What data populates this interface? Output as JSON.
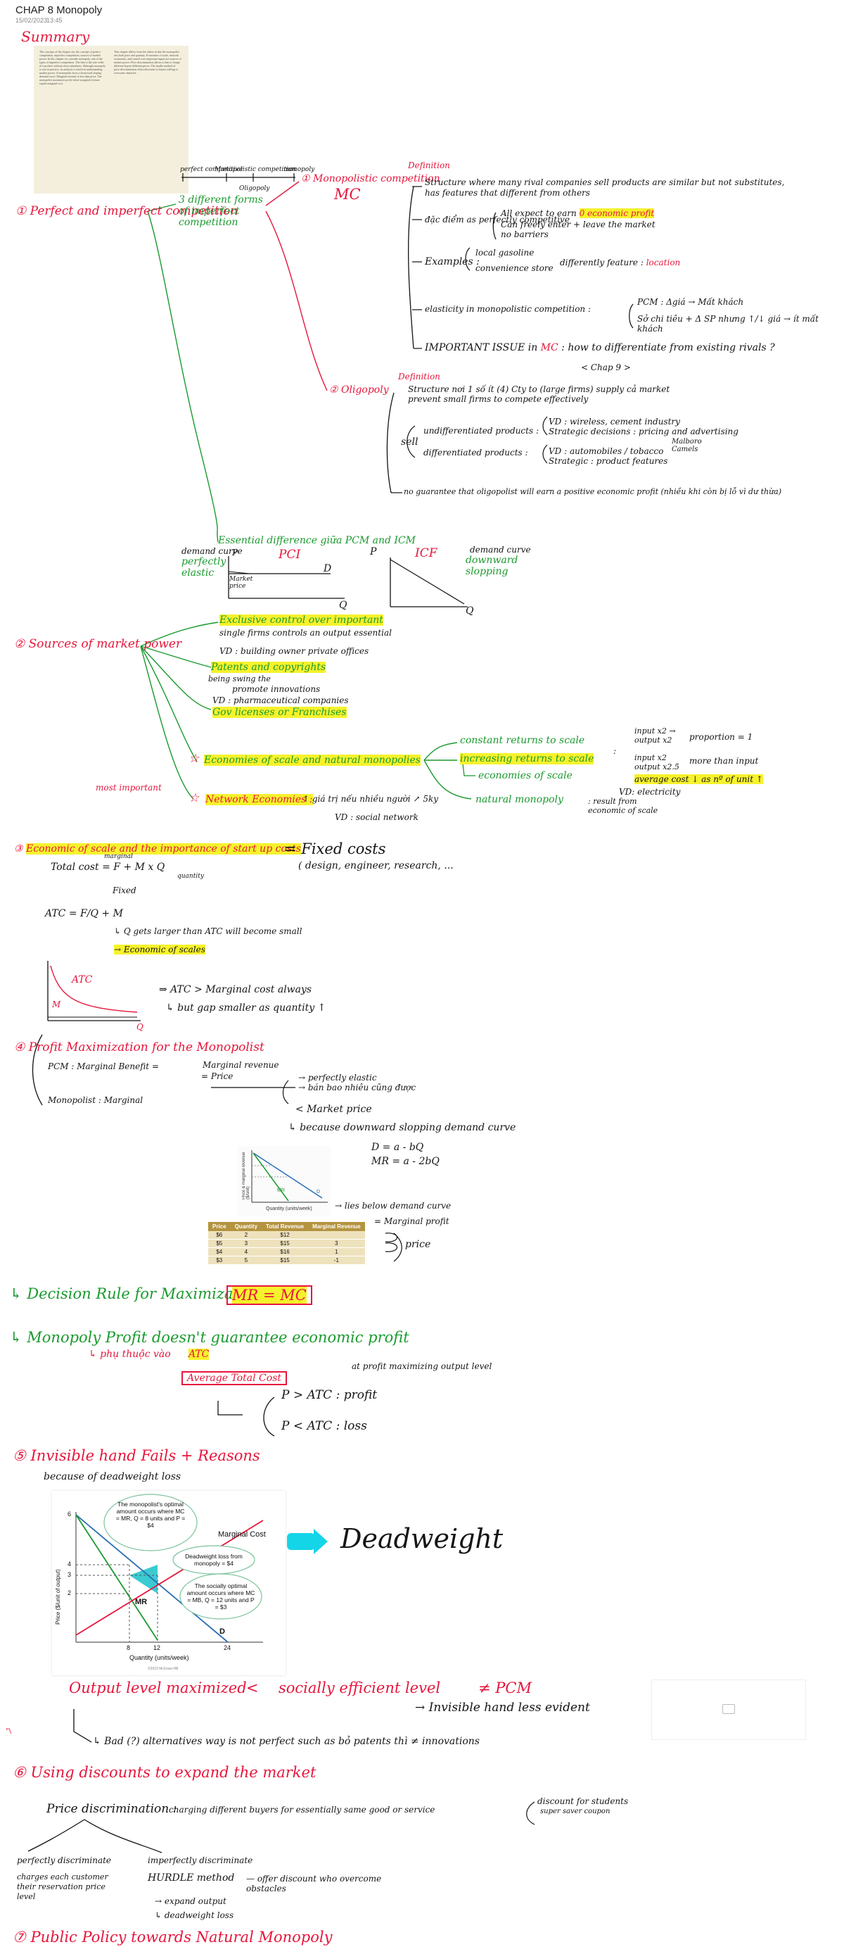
{
  "header": {
    "title": "CHAP 8 Monopoly",
    "date": "15/02/2023",
    "time": "13:45",
    "summary": "Summary"
  },
  "textbook": {
    "col1": "The concepts of the chapter are: the concept of perfect competition, imperfect competition, sources of market power. In this chapter we consider monopoly, one of the types of imperfect competition. The firm is the sole seller of a product without close substitutes. Although monopoly is rare in practice, its analysis is useful in understanding market power. A monopolist faces a downward sloping demand curve. Marginal revenue is less than price. The monopolist maximizes profit where marginal revenue equals marginal cost.",
    "col2": "This chapter differs from the others in that the monopolist sets both price and quantity. Economies of scale, network economies, and control over important inputs are sources of market power. Price discrimination allows a firm to charge different buyers different prices. The hurdle method of price discrimination offers discounts to buyers willing to overcome obstacles."
  },
  "sec1": {
    "title": "Perfect and imperfect competition",
    "scale": {
      "left": "perfect competitive",
      "mid": "Monopolistic competition",
      "right": "monopoly",
      "sub": "Oligopoly"
    },
    "forms": "3 different forms of imperfect competition",
    "mc": {
      "title": "Monopolistic competition",
      "abbr": "MC",
      "def_label": "Definition",
      "structure": "Structure where many rival companies sell products are similar but not substitutes, has features that different from others",
      "features_label": "đặc điểm as perfectly competitive",
      "f1a": "All expect to earn",
      "f1b": "0 economic profit",
      "f1c": "Can freely enter + leave the market",
      "f1d": "no barriers",
      "examples_label": "Examples :",
      "ex1": "local gasoline",
      "ex2": "convenience store",
      "ex_diff": "differently feature :",
      "ex_loc": "location",
      "elasticity": "elasticity in monopolistic competition :",
      "el1": "PCM : Δgiá → Mất khách",
      "el2": "Sở chi tiêu + Δ SP nhưng ↑/↓ giá → ít mất khách",
      "issue": "IMPORTANT ISSUE in",
      "issue_mc": "MC",
      "issue_rest": ": how to differentiate from existing rivals ?",
      "chap": "< Chap 9 >"
    },
    "olig": {
      "title": "Oligopoly",
      "def_label": "Definition",
      "d1": "Structure nơi 1 số ít (4) Cty to (large firms) supply cả market",
      "d2": "prevent small firms to compete effectively",
      "sell": "sell",
      "u": "undifferentiated products :",
      "u_vd": "VD : wireless, cement industry",
      "u_strat": "Strategic decisions : pricing and advertising",
      "d": "differentiated products :",
      "d_vd": "VD : automobiles / tobacco",
      "d_brands": "Malboro Camels",
      "d_strat": "Strategic : product features",
      "guarantee": "no guarantee that oligopolist will earn a positive economic profit (nhiều khi còn bị lỗ vì dư thừa)"
    },
    "pcm_icm": {
      "title": "Essential difference giữa PCM and ICM",
      "pci": "PCI",
      "icf": "ICF",
      "dc1": "demand curve",
      "perfect": "perfectly",
      "elastic": "elastic",
      "mp": "Market price",
      "p": "P",
      "d": "D",
      "q": "Q",
      "dc2": "demand curve",
      "downward": "downward",
      "sloping": "slopping"
    }
  },
  "sec2": {
    "title": "Sources of market power",
    "e1": "Exclusive control over important",
    "e1b": "single firms controls an output essential",
    "e1c": "VD : building owner private offices",
    "e2": "Patents and copyrights",
    "e2a": "being swing the",
    "e2b": "promote innovations",
    "e2c": "VD : pharmaceutical companies",
    "e3": "Gov licenses or Franchises",
    "most": "most important",
    "s1": "Economies of scale and natural monopolies",
    "crs": "constant returns to scale",
    "irs": "increasing returns to scale",
    "eos": "economies of scale",
    "nm": "natural monopoly",
    "crs_r": "input x2 → output x2",
    "prop": "proportion = 1",
    "irs_r": "input x2 output x2.5",
    "more": "more than input",
    "atc_n": "average cost ↓ as nº of unit ↑",
    "vd_el": "VD: electricity",
    "result": ": result from economic of scale",
    "s2": "Network Economies :",
    "s2b": "↑ giá trị nếu nhiều người ↗ 5ky",
    "s2c": "VD : social network"
  },
  "sec3": {
    "title": "Economic of scale and the importance of start up costs",
    "fixed": "= Fixed costs",
    "design": "( design, engineer, research, ...",
    "tc": "Total cost = F + M x Q",
    "marginal": "marginal",
    "quantity": "quantity",
    "fixedlbl": "Fixed",
    "atc": "ATC = F/Q + M",
    "q1": "↳ Q gets larger than ATC will become small",
    "q2": "→ Economic of scales",
    "atc_lbl": "ATC",
    "m_lbl": "M",
    "q_lbl": "Q",
    "r1": "⇒ ATC > Marginal cost always",
    "r2": "↳ but gap smaller as quantity ↑"
  },
  "sec4": {
    "title": "Profit Maximization for the Monopolist",
    "pcm": "PCM : Marginal Benefit =",
    "mr": "Marginal revenue",
    "price": "= Price",
    "pe1": "→ perfectly elastic",
    "pe2": "→ bán bao nhiêu cũng được",
    "mono": "Monopolist : Marginal",
    "mkt": "< Market price",
    "because": "↳ because downward slopping demand curve",
    "eqd": "D = a - bQ",
    "eqmr": "MR = a - 2bQ",
    "lies": "→ lies below demand curve",
    "mp": "= Marginal profit",
    "pricebr": "price",
    "table_head": [
      "Price",
      "Quantity",
      "Total Revenue",
      "Marginal Revenue"
    ],
    "table_rows": [
      [
        "$6",
        "2",
        "$12",
        ""
      ],
      [
        "$5",
        "3",
        "$15",
        "3"
      ],
      [
        "$4",
        "4",
        "$16",
        "1"
      ],
      [
        "$3",
        "5",
        "$15",
        "-1"
      ]
    ],
    "graph_ylabel": "Price & marginal revenue ($/unit)",
    "graph_xlabel": "Quantity (units/week)",
    "graph_mr": "MR",
    "graph_d": "D"
  },
  "rule": {
    "text": "↳ Decision Rule for Maximization when",
    "eq": "MR = MC"
  },
  "profit": {
    "text": "↳ Monopoly Profit doesn't guarantee economic profit",
    "depends": "↳ phụ thuộc vào",
    "atc": "ATC",
    "avg": "Average Total Cost",
    "at": "at profit maximizing output level",
    "c1": "P > ATC : profit",
    "c2": "P < ATC : loss"
  },
  "sec5": {
    "title": "Invisible hand Fails + Reasons",
    "because": "because of deadweight loss",
    "deadweight": "Deadweight",
    "graph": {
      "ylabel": "Price ($/unit of output)",
      "xlabel": "Quantity (units/week)",
      "mc": "Marginal Cost",
      "note1": "The monopolist's optimal amount occurs where MC = MR, Q = 8 units and P = $4",
      "note2": "Deadweight loss from monopoly = $4",
      "note3": "The socially optimal amount occurs where MC = MB, Q = 12 units and P = $3",
      "mr": "MR",
      "d": "D",
      "y": [
        "6",
        "4",
        "3",
        "2"
      ],
      "x": [
        "8",
        "12",
        "24"
      ],
      "copyright": "©2023 McGraw-Hill"
    },
    "out": "Output level maximized",
    "lt": "<",
    "social": "socially efficient level",
    "neq": "≠ PCM",
    "ih": "→ Invisible hand less evident",
    "bad": "↳ Bad (?) alternatives way is not perfect such as bỏ patents thì ≠ innovations"
  },
  "sec6": {
    "title": "Using discounts to expand the market",
    "pd": "Price discrimination :",
    "pd_def": "charging different buyers for essentially same good or service",
    "disc": "discount for students",
    "super": "super saver coupon",
    "perf": "perfectly discriminate",
    "perf_def": "charges each customer their reservation price level",
    "imp": "imperfectly discriminate",
    "hurdle": "HURDLE method",
    "offer": "— offer discount who overcome obstacles",
    "exp": "→ expand output",
    "dwl": "↳ deadweight loss"
  },
  "sec7": {
    "title": "Public Policy towards Natural Monopoly"
  },
  "nums": {
    "n1": "①",
    "n2": "②",
    "n3": "③",
    "n4": "④",
    "n5": "⑤",
    "n6": "⑥",
    "n7": "⑦",
    "sm1": "①",
    "sm2": "②",
    "star": "☆"
  },
  "marks": {
    "ditto": "\"\\"
  }
}
